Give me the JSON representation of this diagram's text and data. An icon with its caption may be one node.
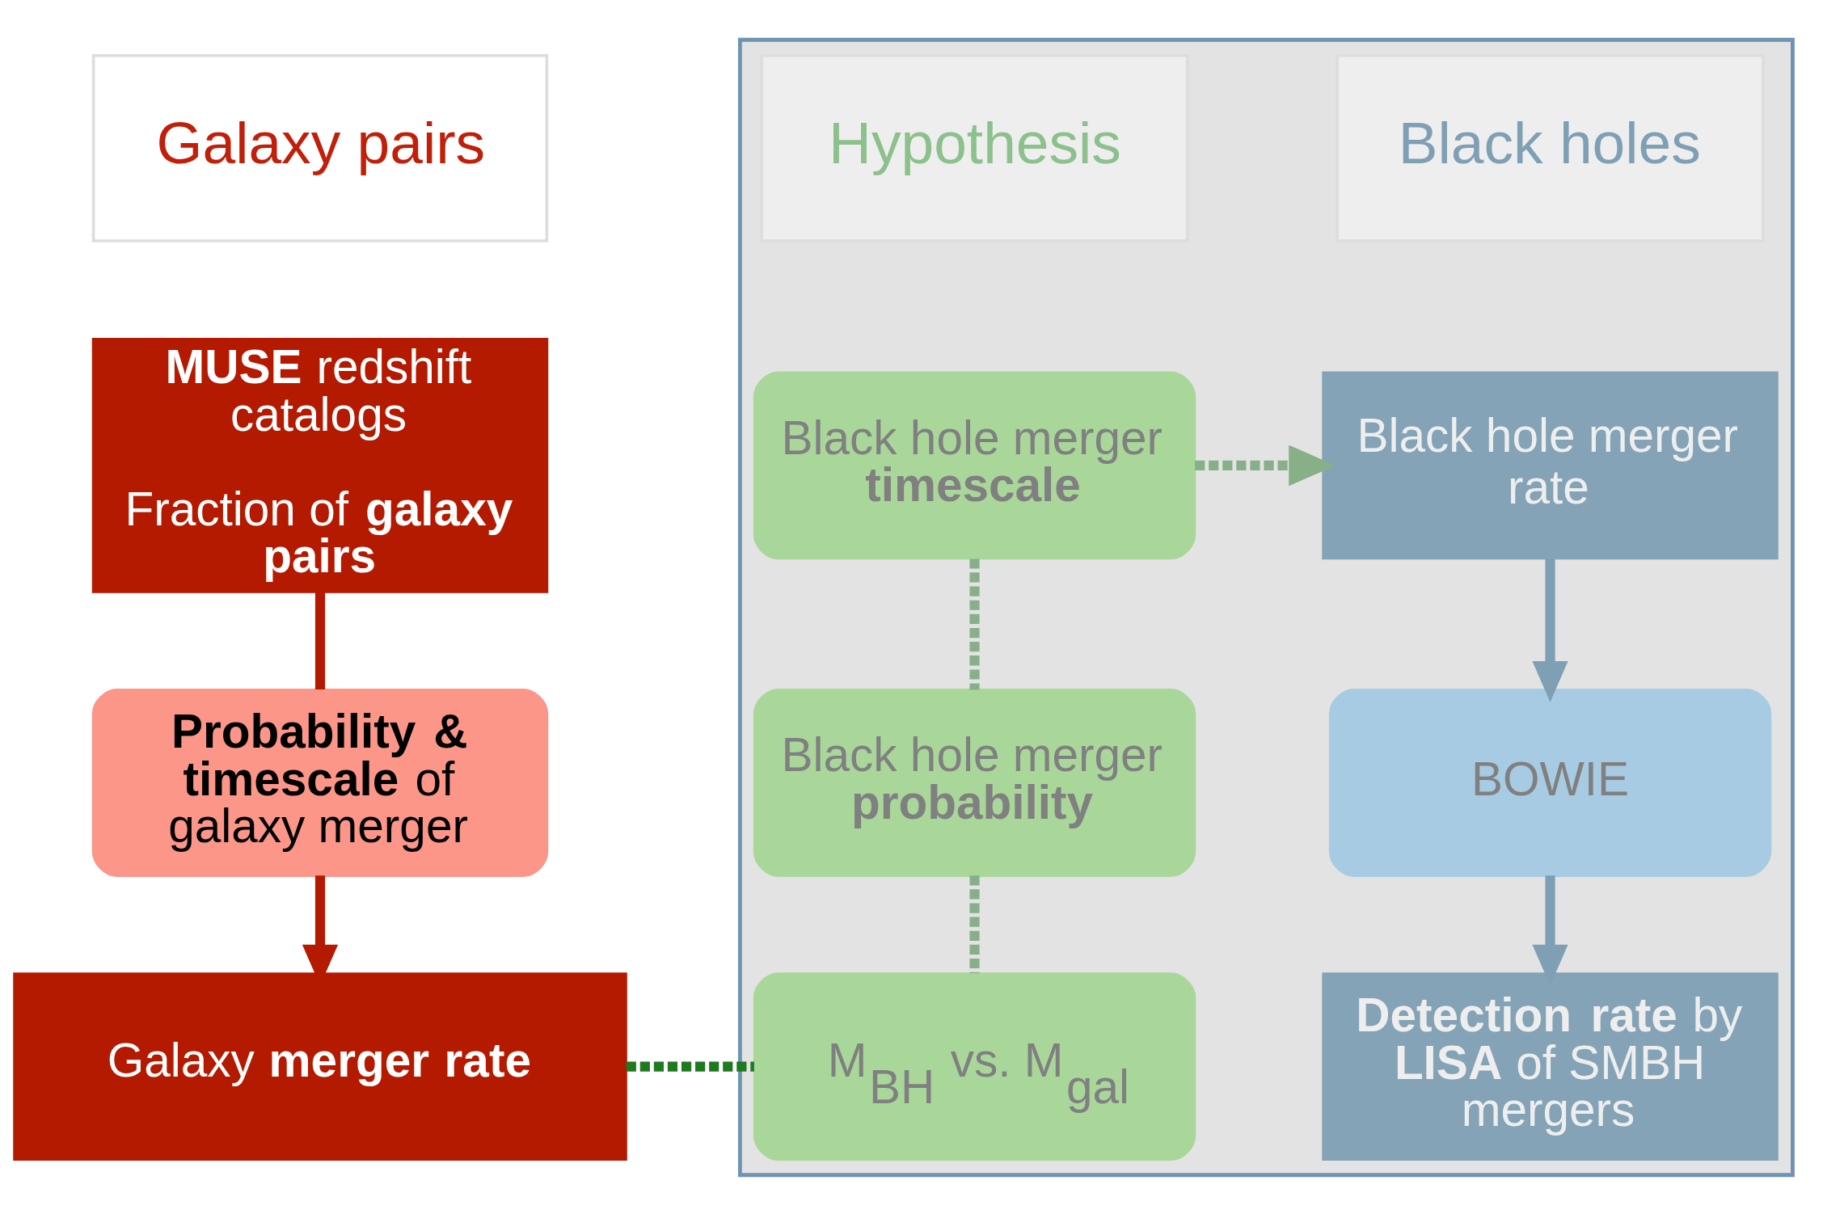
{
  "diagram": {
    "nodes": [
      {
        "text": [
          "Galaxy pairs"
        ]
      },
      {
        "text": [],
        "shape": "box"
      },
      {
        "text": [
          "Hypothesis"
        ],
        "in": 1
      },
      {
        "text": [
          "Black holes"
        ],
        "in": 1
      },
      {
        "text": [
          "**MUSE** redshift catalogs",
          "Fraction of **galaxy pairs**"
        ]
      },
      {
        "text": [
          "**Probability &** **timescale** of galaxy merger"
        ]
      },
      {
        "text": [
          "Galaxy **merger rate**"
        ]
      },
      {
        "text": [
          "Black hole merger **timescale**"
        ],
        "in": 1
      },
      {
        "text": [
          "Black hole merger **probability**"
        ],
        "in": 1
      },
      {
        "text": [
          "M$_{BH}$ vs. M$_{gal}$"
        ],
        "in": 1
      },
      {
        "text": [
          "Black hole merger rate"
        ],
        "in": 1
      },
      {
        "text": [
          "BOWIE"
        ],
        "in": 1
      },
      {
        "text": [
          "**Detection rate** by **LISA** of SMBH mergers"
        ],
        "in": 1
      }
    ],
    "edges": [
      {
        "from": 4,
        "to": 5,
        "arrow": "none",
        "color": "#b31a00"
      },
      {
        "from": 5,
        "to": 6,
        "arrow": "to",
        "color": "#b31a00"
      },
      {
        "from": 6,
        "to": 9,
        "arrow": "none",
        "style": "dashed",
        "color": "#1f7a1f"
      },
      {
        "from": 7,
        "to": 8,
        "arrow": "none",
        "style": "dashed",
        "color": "#88b088"
      },
      {
        "from": 8,
        "to": 9,
        "arrow": "none",
        "style": "dashed",
        "color": "#88b088"
      },
      {
        "from": 7,
        "to": 10,
        "arrow": "to",
        "style": "dashed",
        "color": "#88b088"
      },
      {
        "from": 10,
        "to": 11,
        "arrow": "to",
        "color": "#7f9fb5"
      },
      {
        "from": 11,
        "to": 12,
        "arrow": "to",
        "color": "#7f9fb5"
      }
    ]
  }
}
